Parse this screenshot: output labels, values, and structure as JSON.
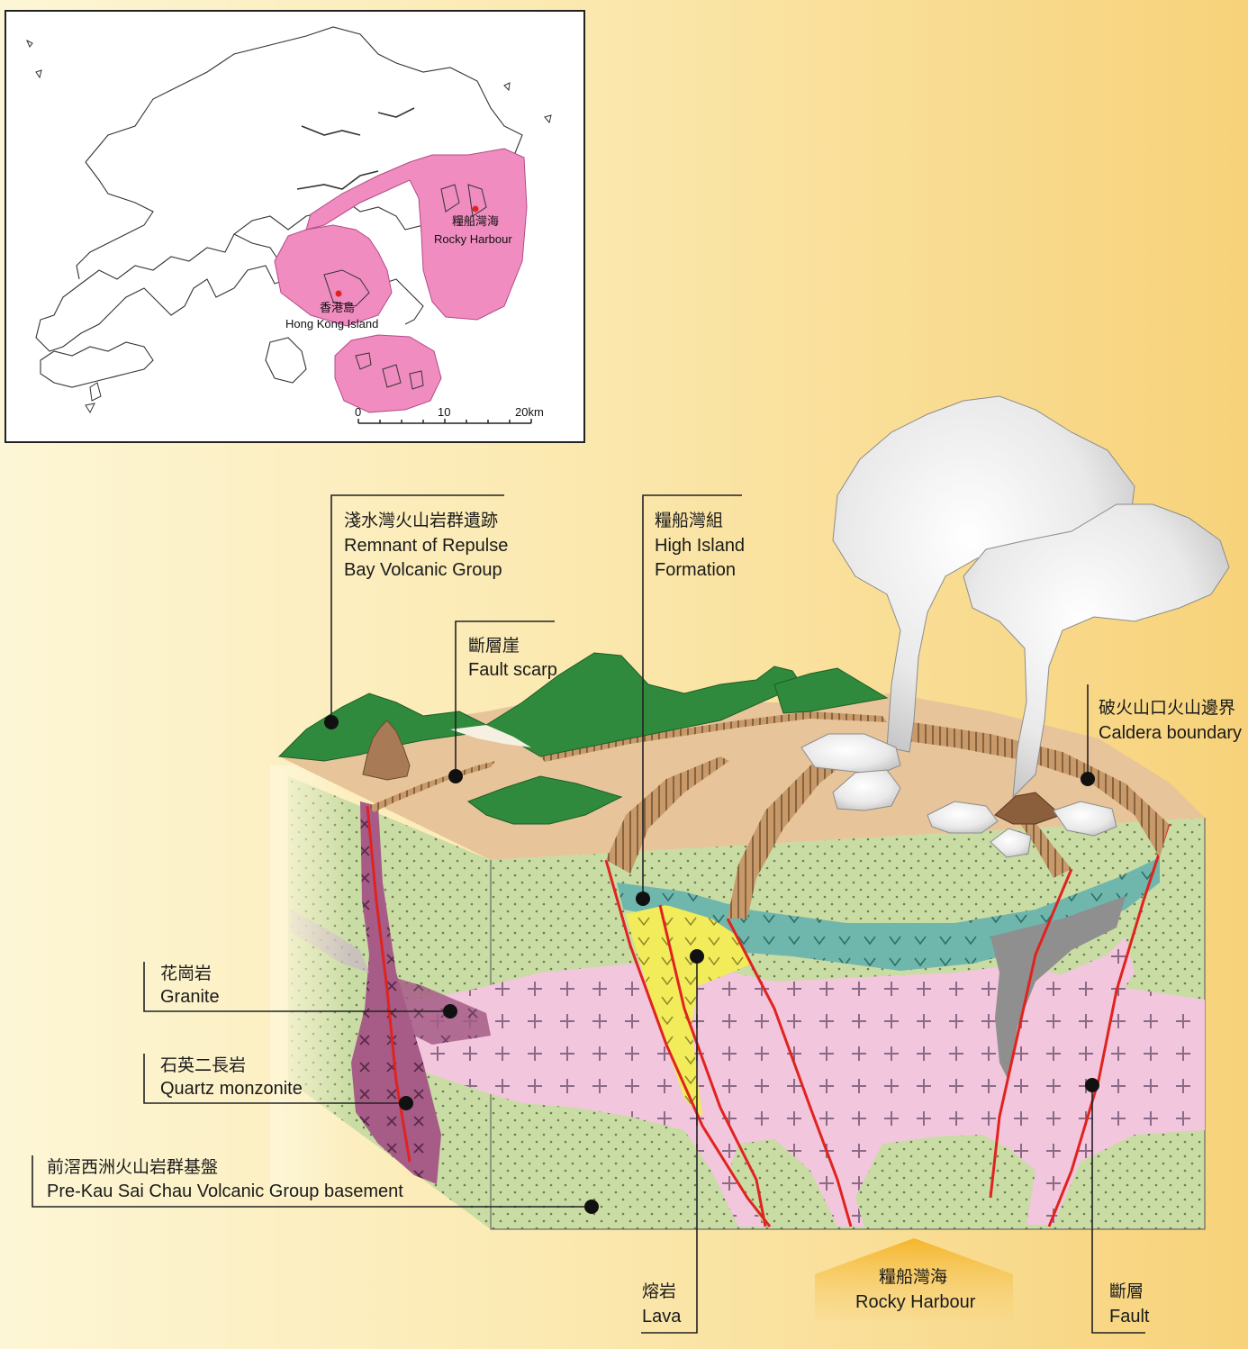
{
  "inset_map": {
    "places": [
      {
        "zh": "糧船灣海",
        "en": "Rocky Harbour"
      },
      {
        "zh": "香港島",
        "en": "Hong Kong Island"
      }
    ],
    "scale": {
      "ticks": [
        "0",
        "10",
        "20km"
      ]
    }
  },
  "labels": {
    "repulse_bay": {
      "zh": "淺水灣火山岩群遺跡",
      "en1": "Remnant of Repulse",
      "en2": "Bay Volcanic Group"
    },
    "fault_scarp": {
      "zh": "斷層崖",
      "en": "Fault scarp"
    },
    "high_island": {
      "zh": "糧船灣組",
      "en1": "High Island",
      "en2": "Formation"
    },
    "caldera": {
      "zh": "破火山口火山邊界",
      "en": "Caldera boundary"
    },
    "granite": {
      "zh": "花崗岩",
      "en": "Granite"
    },
    "quartz_monzonite": {
      "zh": "石英二長岩",
      "en": "Quartz monzonite"
    },
    "basement": {
      "zh": "前滘西洲火山岩群基盤",
      "en": "Pre-Kau Sai Chau Volcanic Group basement"
    },
    "lava": {
      "zh": "熔岩",
      "en": "Lava"
    },
    "rocky_harbour": {
      "zh": "糧船灣海",
      "en": "Rocky Harbour"
    },
    "fault": {
      "zh": "斷層",
      "en": "Fault"
    }
  },
  "colors": {
    "pink_zone": "#f08cc0",
    "basement": "#c9dca4",
    "granite": "#f2c6dc",
    "quartz_monzonite": "#a65c86",
    "high_island": "#6fb6ac",
    "lava": "#f2ec5a",
    "surface": "#e8c49a",
    "hills": "#2f8a3d",
    "fault_line": "#e0231f"
  }
}
